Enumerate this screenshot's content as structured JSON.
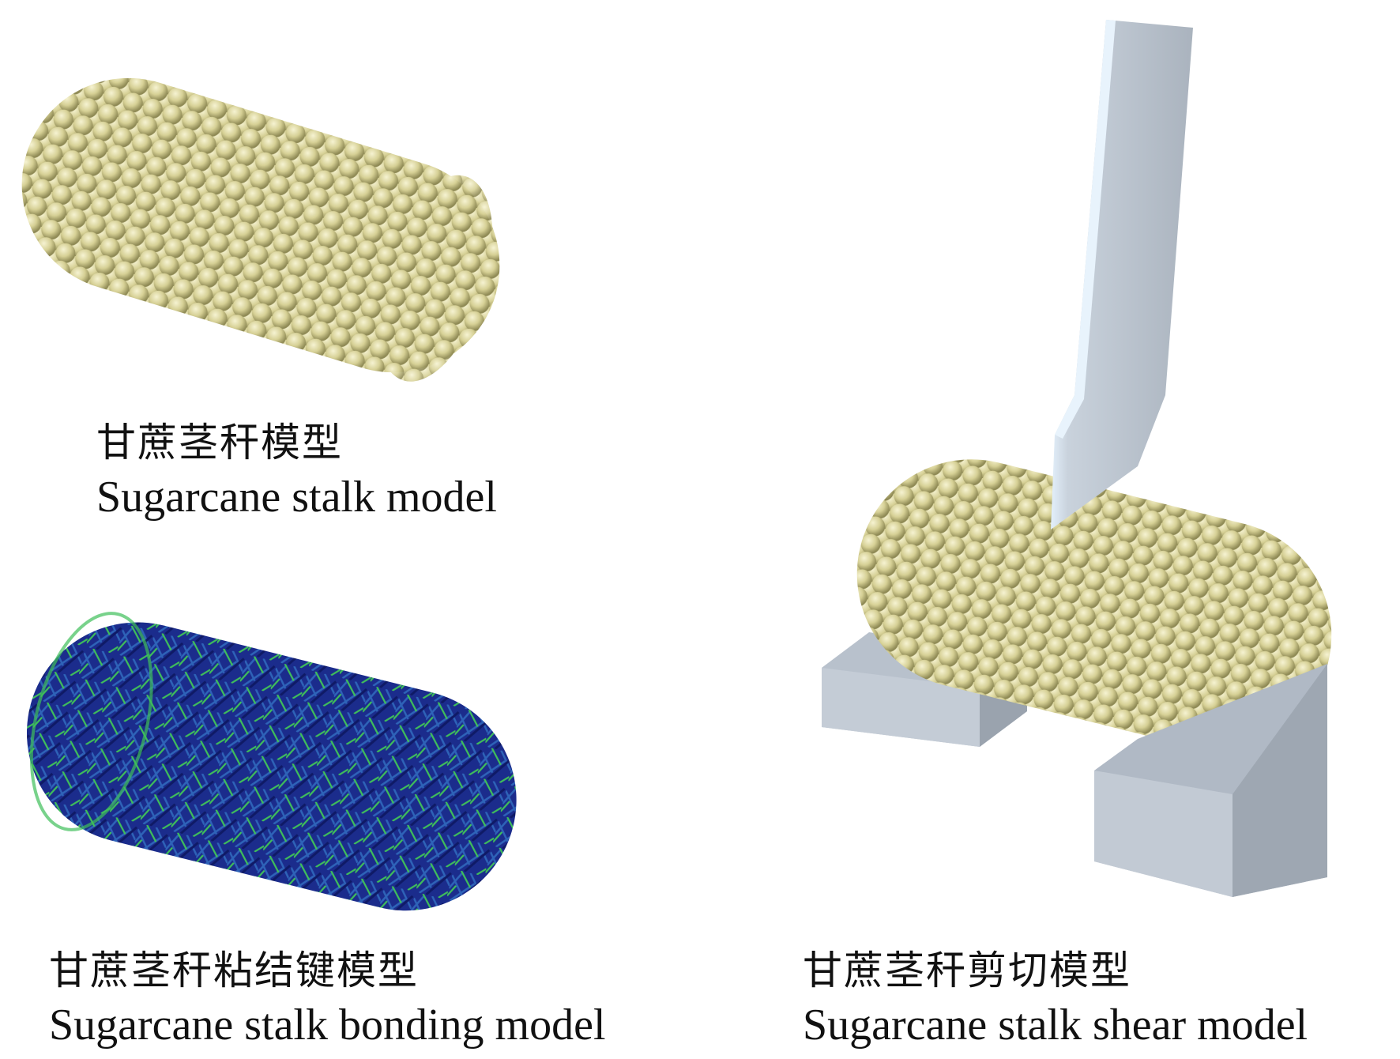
{
  "panels": [
    {
      "title_zh": "甘蔗茎秆模型",
      "title_en": "Sugarcane stalk model"
    },
    {
      "title_zh": "甘蔗茎秆粘结键模型",
      "title_en": "Sugarcane stalk bonding model"
    },
    {
      "title_zh": "甘蔗茎秆剪切模型",
      "title_en": "Sugarcane stalk shear model"
    }
  ],
  "colors": {
    "particle": "#d9d49a",
    "particle_shadow": "#9a9560",
    "bond_dark": "#1a2a8a",
    "bond_green": "#3fbf5a",
    "blade": "#b9c2cc",
    "support": "#b3bcc8"
  }
}
